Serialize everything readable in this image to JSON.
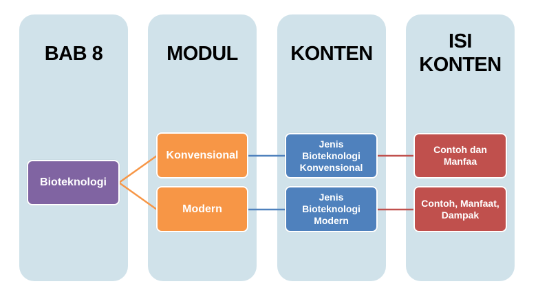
{
  "columns": [
    {
      "title": "BAB 8"
    },
    {
      "title": "MODUL"
    },
    {
      "title": "KONTEN"
    },
    {
      "title_line1": "ISI",
      "title_line2": "KONTEN"
    }
  ],
  "nodes": {
    "root": {
      "label": "Bioteknologi",
      "color": "#8064a2"
    },
    "modul": [
      {
        "label": "Konvensional",
        "color": "#f79646"
      },
      {
        "label": "Modern",
        "color": "#f79646"
      }
    ],
    "konten": [
      {
        "lines": [
          "Jenis",
          "Bioteknologi",
          "Konvensional"
        ],
        "color": "#4f81bd"
      },
      {
        "lines": [
          "Jenis",
          "Bioteknologi",
          "Modern"
        ],
        "color": "#4f81bd"
      }
    ],
    "isi_konten": [
      {
        "lines": [
          "Contoh dan",
          "Manfaa"
        ],
        "color": "#c0504d"
      },
      {
        "lines": [
          "Contoh, Manfaat,",
          "Dampak"
        ],
        "color": "#c0504d"
      }
    ]
  },
  "connectors": {
    "root_to_modul_color": "#f79646",
    "modul_to_konten_color": "#4f81bd",
    "konten_to_isi_color": "#c0504d"
  },
  "column_bg": "#d0e2ea"
}
